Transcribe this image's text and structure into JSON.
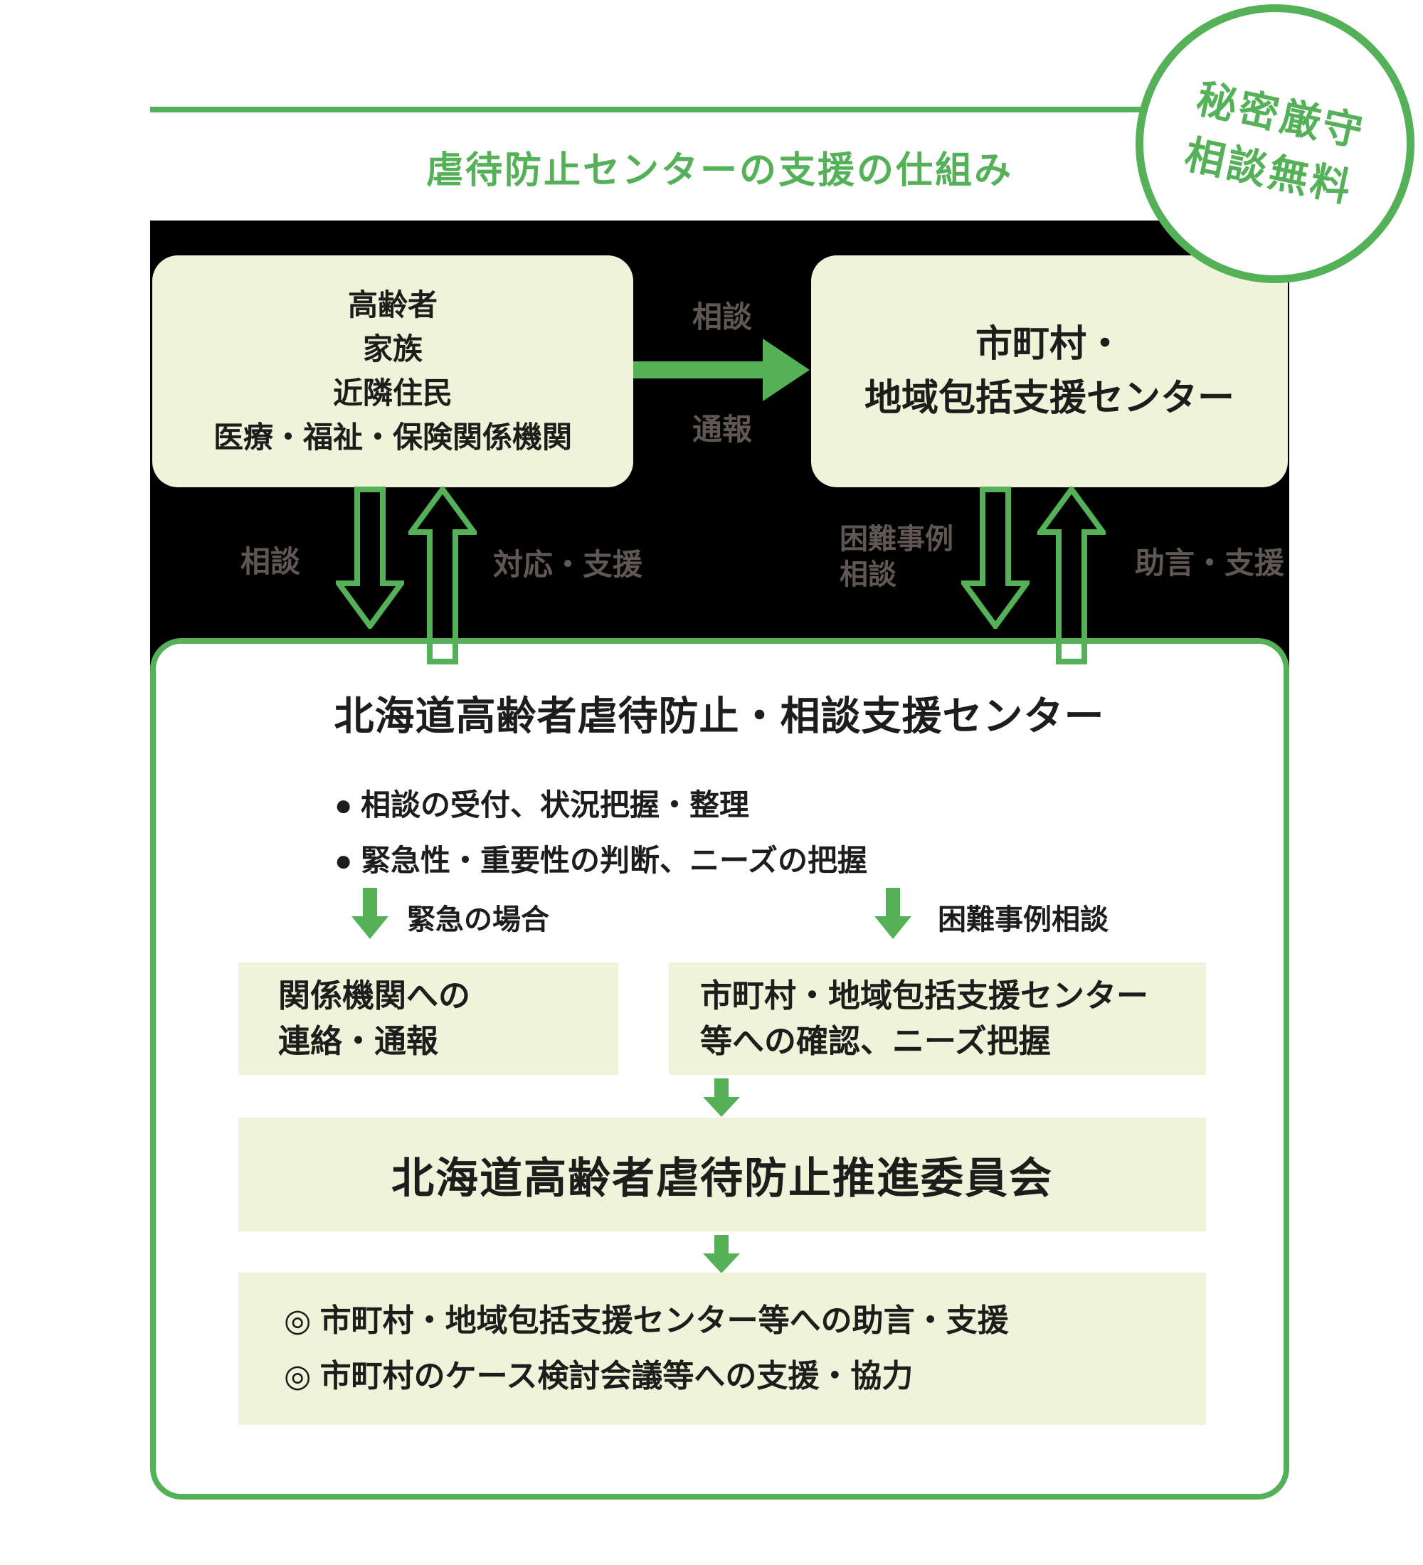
{
  "colors": {
    "accent_green": "#54b158",
    "panel_black": "#000000",
    "pale_green_box": "#eef3da",
    "muted_label": "#5e5753",
    "text_dark": "#1f1d1c",
    "white": "#ffffff"
  },
  "header": {
    "title": "虐待防止センターの支援の仕組み"
  },
  "badge": {
    "lines": [
      "秘密厳守",
      "相談無料"
    ]
  },
  "top": {
    "source_box": {
      "lines": [
        "高齢者",
        "家族",
        "近隣住民",
        "医療・福祉・保険関係機関"
      ]
    },
    "municipality_box": {
      "lines": [
        "市町村・",
        "地域包括支援センター"
      ]
    },
    "horizontal_arrow": {
      "label_top": "相談",
      "label_bottom": "通報"
    },
    "left_flow": {
      "down_label": "相談",
      "up_label": "対応・支援"
    },
    "right_flow": {
      "down_label_lines": [
        "困難事例",
        "相談"
      ],
      "up_label": "助言・支援"
    }
  },
  "center": {
    "title": "北海道高齢者虐待防止・相談支援センター",
    "bullets": [
      "● 相談の受付、状況把握・整理",
      "● 緊急性・重要性の判断、ニーズの把握"
    ],
    "left_branch": {
      "arrow_label": "緊急の場合",
      "lines": [
        "関係機関への",
        "連絡・通報"
      ]
    },
    "right_branch": {
      "arrow_label": "困難事例相談",
      "lines": [
        "市町村・地域包括支援センター",
        "等への確認、ニーズ把握"
      ]
    },
    "committee": {
      "title": "北海道高齢者虐待防止推進委員会"
    },
    "outcome": {
      "lines": [
        "◎ 市町村・地域包括支援センター等への助言・支援",
        "◎ 市町村のケース検討会議等への支援・協力"
      ]
    }
  }
}
